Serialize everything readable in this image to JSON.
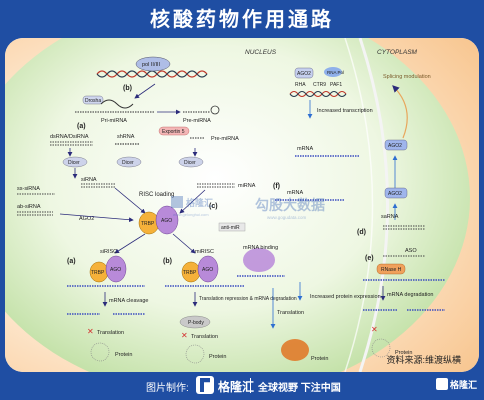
{
  "title": "核酸药物作用通路",
  "source_note": "资料来源:维渡纵横",
  "footer": {
    "label": "图片制作:",
    "brand": "格隆汇",
    "slogan": "全球视野 下注中国",
    "brand_corner": "格隆汇"
  },
  "watermark": {
    "brand": "格隆汇",
    "url": "www.gelonghui.com",
    "text": "勾股大数据",
    "url2": "www.gogudata.com"
  },
  "diagram": {
    "regions": {
      "nucleus": "NUCLEUS",
      "cytoplasm": "CYTOPLASM"
    },
    "section_labels": {
      "a": "(a)",
      "b": "(b)",
      "c": "(c)",
      "d": "(d)",
      "e": "(e)",
      "f": "(f)",
      "a2": "(a)",
      "b2": "(b)"
    },
    "labels": {
      "pol": "pol II/III",
      "drosha": "Drosha",
      "dgcr8": "DGCR8",
      "pri_mirna": "Pri-miRNA",
      "pre_mirna": "Pre-miRNA",
      "pre_mirna2": "Pre-miRNA",
      "exportin": "Exportin 5",
      "dsrna": "dsRNA/DsiRNA",
      "shrna": "shRNA",
      "dicer1": "Dicer",
      "dicer2": "Dicer",
      "dicer3": "Dicer",
      "sirna": "siRNA",
      "mirna": "miRNA",
      "ss_sirna": "ss-siRNA",
      "ab_sirna": "ab-siRNA",
      "risc_loading": "RISC loading",
      "ago2": "AGO2",
      "trbp1": "TRBP",
      "ago1": "AGO",
      "sirisc": "siRISC",
      "mirisc": "miRISC",
      "trbp2": "TRBP",
      "ago_a": "AGO",
      "trbp3": "TRBP",
      "ago_b": "AGO",
      "anti_mir": "anti-miR",
      "mrna_binding": "mRNA binding",
      "mrna_cleavage": "mRNA cleavage",
      "translation_repression": "Translation repression & mRNA degradation",
      "pbody": "P-body",
      "translation1": "Translation",
      "translation2": "Translation",
      "translation3": "Translation",
      "protein1": "Protein",
      "protein2": "Protein",
      "protein3": "Protein",
      "protein4": "Protein",
      "mrna_top": "mRNA",
      "mrna_f": "mRNA",
      "increased_transcription": "Increased transcription",
      "increased_protein": "Increased protein expression",
      "ago2_top": "AGO2",
      "rha": "RHA",
      "ctr9": "CTR9",
      "paf1": "PAF1",
      "rna_pol": "RNA Pol",
      "splicing": "Splicing modulation",
      "ago2_c1": "AGO2",
      "ago2_c2": "AGO2",
      "sarna": "saRNA",
      "aso": "ASO",
      "rnase_h": "RNase H",
      "mrna_degradation": "mRNA degradation"
    }
  }
}
